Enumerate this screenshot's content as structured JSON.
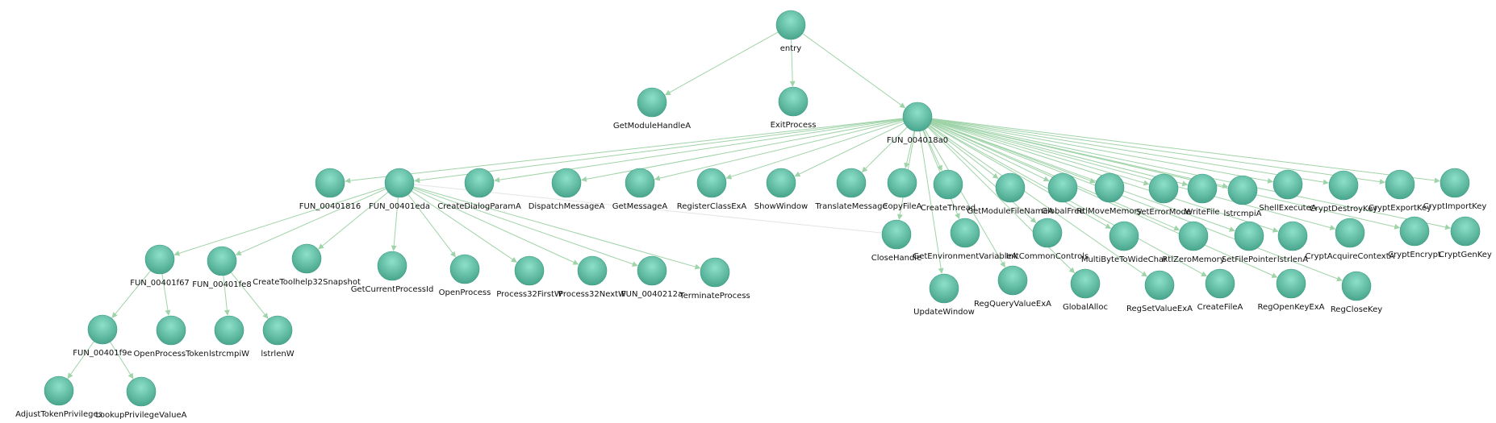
{
  "colors": {
    "node_fill_top": "#8de0c8",
    "node_fill_bottom": "#49a58d",
    "edge": "#9fd3a8"
  },
  "graph": {
    "nodes": [
      {
        "id": "entry",
        "label": "entry"
      },
      {
        "id": "getmodulehandlea",
        "label": "GetModuleHandleA"
      },
      {
        "id": "exitprocess",
        "label": "ExitProcess"
      },
      {
        "id": "fun_004018a0",
        "label": "FUN_004018a0"
      },
      {
        "id": "fun_00401816",
        "label": "FUN_00401816"
      },
      {
        "id": "fun_00401eda",
        "label": "FUN_00401eda"
      },
      {
        "id": "createdialogparama",
        "label": "CreateDialogParamA"
      },
      {
        "id": "dispatchmessagea",
        "label": "DispatchMessageA"
      },
      {
        "id": "getmessagea",
        "label": "GetMessageA"
      },
      {
        "id": "registerclassexa",
        "label": "RegisterClassExA"
      },
      {
        "id": "showwindow",
        "label": "ShowWindow"
      },
      {
        "id": "translatemessage",
        "label": "TranslateMessage"
      },
      {
        "id": "copyfilea",
        "label": "CopyFileA"
      },
      {
        "id": "createthread",
        "label": "CreateThread"
      },
      {
        "id": "getmodulefilenamea",
        "label": "GetModuleFileNameA"
      },
      {
        "id": "globalfree",
        "label": "GlobalFree"
      },
      {
        "id": "rtlmovememory",
        "label": "RtlMoveMemory"
      },
      {
        "id": "seterrormode",
        "label": "SetErrorMode"
      },
      {
        "id": "writefile",
        "label": "WriteFile"
      },
      {
        "id": "lstrcmpia",
        "label": "lstrcmpiA"
      },
      {
        "id": "shellexecutea",
        "label": "ShellExecuteA"
      },
      {
        "id": "cryptdestroykey",
        "label": "CryptDestroyKey"
      },
      {
        "id": "cryptexportkey",
        "label": "CryptExportKey"
      },
      {
        "id": "cryptimportkey",
        "label": "CryptImportKey"
      },
      {
        "id": "closehandle",
        "label": "CloseHandle"
      },
      {
        "id": "getenvironmentvariablea",
        "label": "GetEnvironmentVariableA"
      },
      {
        "id": "initcommoncontrols",
        "label": "InitCommonControls"
      },
      {
        "id": "multibytetowidechar",
        "label": "MultiByteToWideChar"
      },
      {
        "id": "rtlzeromemory",
        "label": "RtlZeroMemory"
      },
      {
        "id": "setfilepointer",
        "label": "SetFilePointer"
      },
      {
        "id": "lstrlena",
        "label": "lstrlenA"
      },
      {
        "id": "cryptacquirecontexta",
        "label": "CryptAcquireContextA"
      },
      {
        "id": "cryptencrypt",
        "label": "CryptEncrypt"
      },
      {
        "id": "cryptgenkey",
        "label": "CryptGenKey"
      },
      {
        "id": "updatewindow",
        "label": "UpdateWindow"
      },
      {
        "id": "regqueryvalueexa",
        "label": "RegQueryValueExA"
      },
      {
        "id": "globalalloc",
        "label": "GlobalAlloc"
      },
      {
        "id": "regsetvalueexa",
        "label": "RegSetValueExA"
      },
      {
        "id": "createfilea",
        "label": "CreateFileA"
      },
      {
        "id": "regopenkeyexa",
        "label": "RegOpenKeyExA"
      },
      {
        "id": "regclosekey",
        "label": "RegCloseKey"
      },
      {
        "id": "fun_00401f67",
        "label": "FUN_00401f67"
      },
      {
        "id": "fun_00401fe8",
        "label": "FUN_00401fe8"
      },
      {
        "id": "createtoolhelp32snapshot",
        "label": "CreateToolhelp32Snapshot"
      },
      {
        "id": "getcurrentprocessid",
        "label": "GetCurrentProcessId"
      },
      {
        "id": "openprocess",
        "label": "OpenProcess"
      },
      {
        "id": "process32firstw",
        "label": "Process32FirstW"
      },
      {
        "id": "process32nextw",
        "label": "Process32NextW"
      },
      {
        "id": "fun_0040212a",
        "label": "FUN_0040212a"
      },
      {
        "id": "terminateprocess",
        "label": "TerminateProcess"
      },
      {
        "id": "fun_00401f9e",
        "label": "FUN_00401f9e"
      },
      {
        "id": "openprocesstoken",
        "label": "OpenProcessToken"
      },
      {
        "id": "lstrcmpiw",
        "label": "lstrcmpiW"
      },
      {
        "id": "lstrlenw",
        "label": "lstrlenW"
      },
      {
        "id": "adjusttokenprivileges",
        "label": "AdjustTokenPrivileges"
      },
      {
        "id": "lookupprivilegevaluea",
        "label": "LookupPrivilegeValueA"
      }
    ],
    "edges": [
      [
        "entry",
        "getmodulehandlea"
      ],
      [
        "entry",
        "exitprocess"
      ],
      [
        "entry",
        "fun_004018a0"
      ],
      [
        "fun_004018a0",
        "fun_00401816"
      ],
      [
        "fun_004018a0",
        "fun_00401eda"
      ],
      [
        "fun_004018a0",
        "createdialogparama"
      ],
      [
        "fun_004018a0",
        "dispatchmessagea"
      ],
      [
        "fun_004018a0",
        "getmessagea"
      ],
      [
        "fun_004018a0",
        "registerclassexa"
      ],
      [
        "fun_004018a0",
        "showwindow"
      ],
      [
        "fun_004018a0",
        "translatemessage"
      ],
      [
        "fun_004018a0",
        "copyfilea"
      ],
      [
        "fun_004018a0",
        "createthread"
      ],
      [
        "fun_004018a0",
        "getmodulefilenamea"
      ],
      [
        "fun_004018a0",
        "globalfree"
      ],
      [
        "fun_004018a0",
        "rtlmovememory"
      ],
      [
        "fun_004018a0",
        "seterrormode"
      ],
      [
        "fun_004018a0",
        "writefile"
      ],
      [
        "fun_004018a0",
        "lstrcmpia"
      ],
      [
        "fun_004018a0",
        "shellexecutea"
      ],
      [
        "fun_004018a0",
        "cryptdestroykey"
      ],
      [
        "fun_004018a0",
        "cryptexportkey"
      ],
      [
        "fun_004018a0",
        "cryptimportkey"
      ],
      [
        "fun_004018a0",
        "closehandle"
      ],
      [
        "fun_004018a0",
        "getenvironmentvariablea"
      ],
      [
        "fun_004018a0",
        "initcommoncontrols"
      ],
      [
        "fun_004018a0",
        "multibytetowidechar"
      ],
      [
        "fun_004018a0",
        "rtlzeromemory"
      ],
      [
        "fun_004018a0",
        "setfilepointer"
      ],
      [
        "fun_004018a0",
        "lstrlena"
      ],
      [
        "fun_004018a0",
        "cryptacquirecontexta"
      ],
      [
        "fun_004018a0",
        "cryptencrypt"
      ],
      [
        "fun_004018a0",
        "cryptgenkey"
      ],
      [
        "fun_004018a0",
        "updatewindow"
      ],
      [
        "fun_004018a0",
        "regqueryvalueexa"
      ],
      [
        "fun_004018a0",
        "globalalloc"
      ],
      [
        "fun_004018a0",
        "regsetvalueexa"
      ],
      [
        "fun_004018a0",
        "createfilea"
      ],
      [
        "fun_004018a0",
        "regopenkeyexa"
      ],
      [
        "fun_004018a0",
        "regclosekey"
      ],
      [
        "fun_00401eda",
        "fun_00401f67"
      ],
      [
        "fun_00401eda",
        "fun_00401fe8"
      ],
      [
        "fun_00401eda",
        "createtoolhelp32snapshot"
      ],
      [
        "fun_00401eda",
        "getcurrentprocessid"
      ],
      [
        "fun_00401eda",
        "openprocess"
      ],
      [
        "fun_00401eda",
        "process32firstw"
      ],
      [
        "fun_00401eda",
        "process32nextw"
      ],
      [
        "fun_00401eda",
        "fun_0040212a"
      ],
      [
        "fun_00401eda",
        "terminateprocess"
      ],
      [
        "fun_00401f67",
        "fun_00401f9e"
      ],
      [
        "fun_00401f67",
        "openprocesstoken"
      ],
      [
        "fun_00401fe8",
        "lstrcmpiw"
      ],
      [
        "fun_00401fe8",
        "lstrlenw"
      ],
      [
        "fun_00401f9e",
        "adjusttokenprivileges"
      ],
      [
        "fun_00401f9e",
        "lookupprivilegevaluea"
      ]
    ],
    "faint_edges": [
      [
        "fun_00401eda",
        "closehandle"
      ]
    ]
  }
}
